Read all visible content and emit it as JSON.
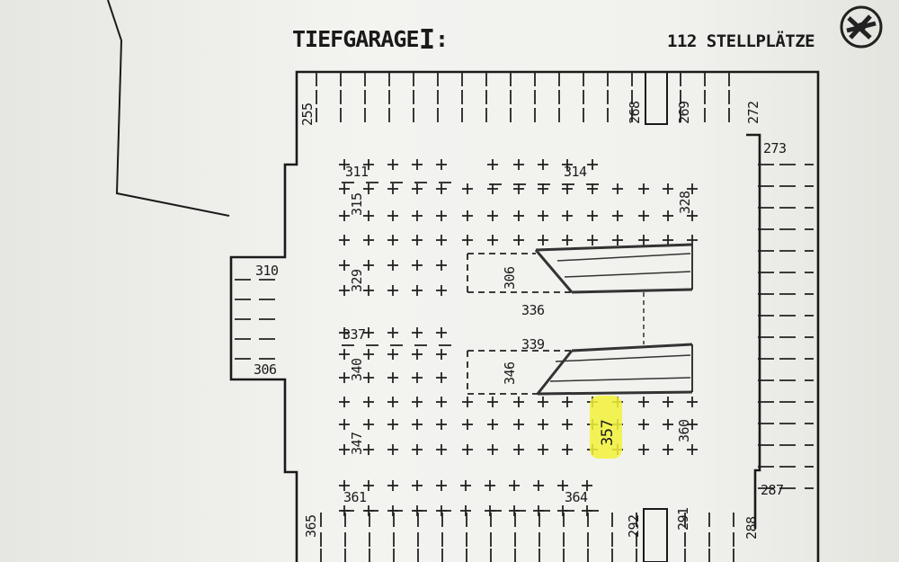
{
  "title": "TIEFGARAGE",
  "title_numeral": "I",
  "title_colon": ":",
  "capacity": "112 STELLPLÄTZE",
  "highlight_color": "#f2f23a",
  "compass_icon": "compass-rose-icon",
  "space_labels": {
    "l255": "255",
    "l268": "268",
    "l269": "269",
    "l272": "272",
    "l273": "273",
    "l311": "311",
    "l314": "314",
    "l315": "315",
    "l328": "328",
    "l310": "310",
    "l329": "329",
    "l306_ramp": "306",
    "l336": "336",
    "l337": "337",
    "l339": "339",
    "l306_left": "306",
    "l340": "340",
    "l346": "346",
    "l357": "357",
    "l347": "347",
    "l360": "360",
    "l361": "361",
    "l364": "364",
    "l287": "287",
    "l365": "365",
    "l292": "292",
    "l291": "291",
    "l288": "288"
  }
}
